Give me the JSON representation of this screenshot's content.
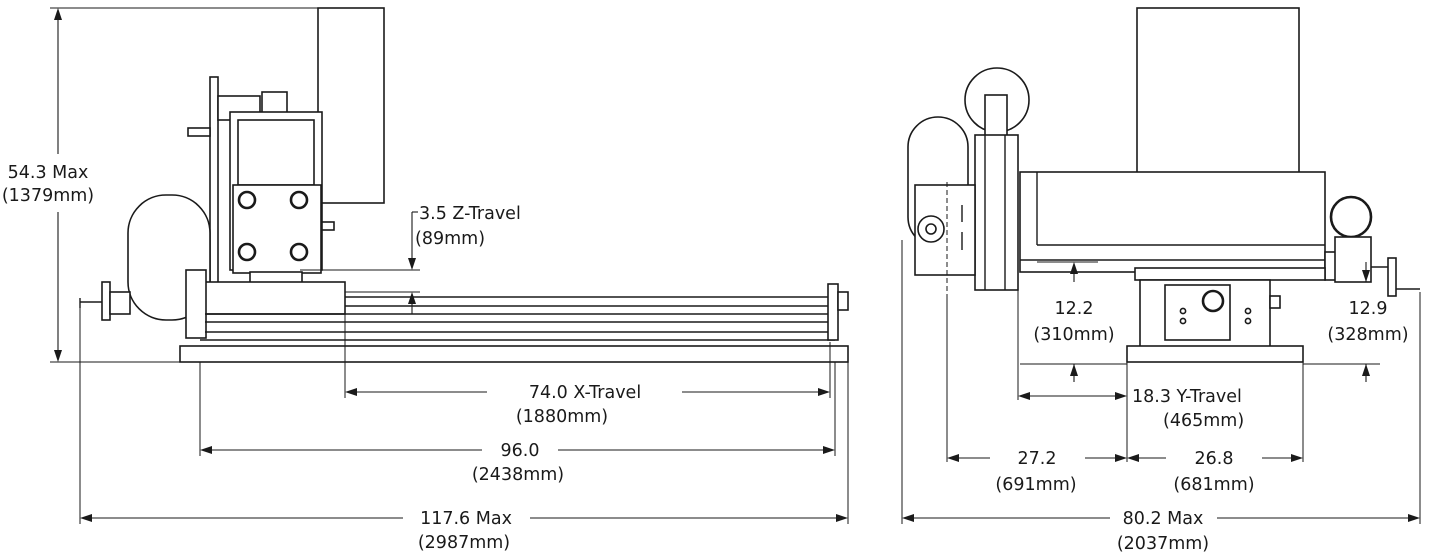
{
  "side_view": {
    "height": {
      "value": "54.3 Max",
      "metric": "(1379mm)"
    },
    "z_travel": {
      "value": "3.5 Z-Travel",
      "metric": "(89mm)"
    },
    "x_travel": {
      "value": "74.0 X-Travel",
      "metric": "(1880mm)"
    },
    "rail_length": {
      "value": "96.0",
      "metric": "(2438mm)"
    },
    "overall_length": {
      "value": "117.6 Max",
      "metric": "(2987mm)"
    }
  },
  "end_view": {
    "left_offset": {
      "value": "12.2",
      "metric": "(310mm)"
    },
    "right_offset": {
      "value": "12.9",
      "metric": "(328mm)"
    },
    "y_travel": {
      "value": "18.3 Y-Travel",
      "metric": "(465mm)"
    },
    "left_half": {
      "value": "27.2",
      "metric": "(691mm)"
    },
    "right_half": {
      "value": "26.8",
      "metric": "(681mm)"
    },
    "overall_width": {
      "value": "80.2 Max",
      "metric": "(2037mm)"
    }
  }
}
